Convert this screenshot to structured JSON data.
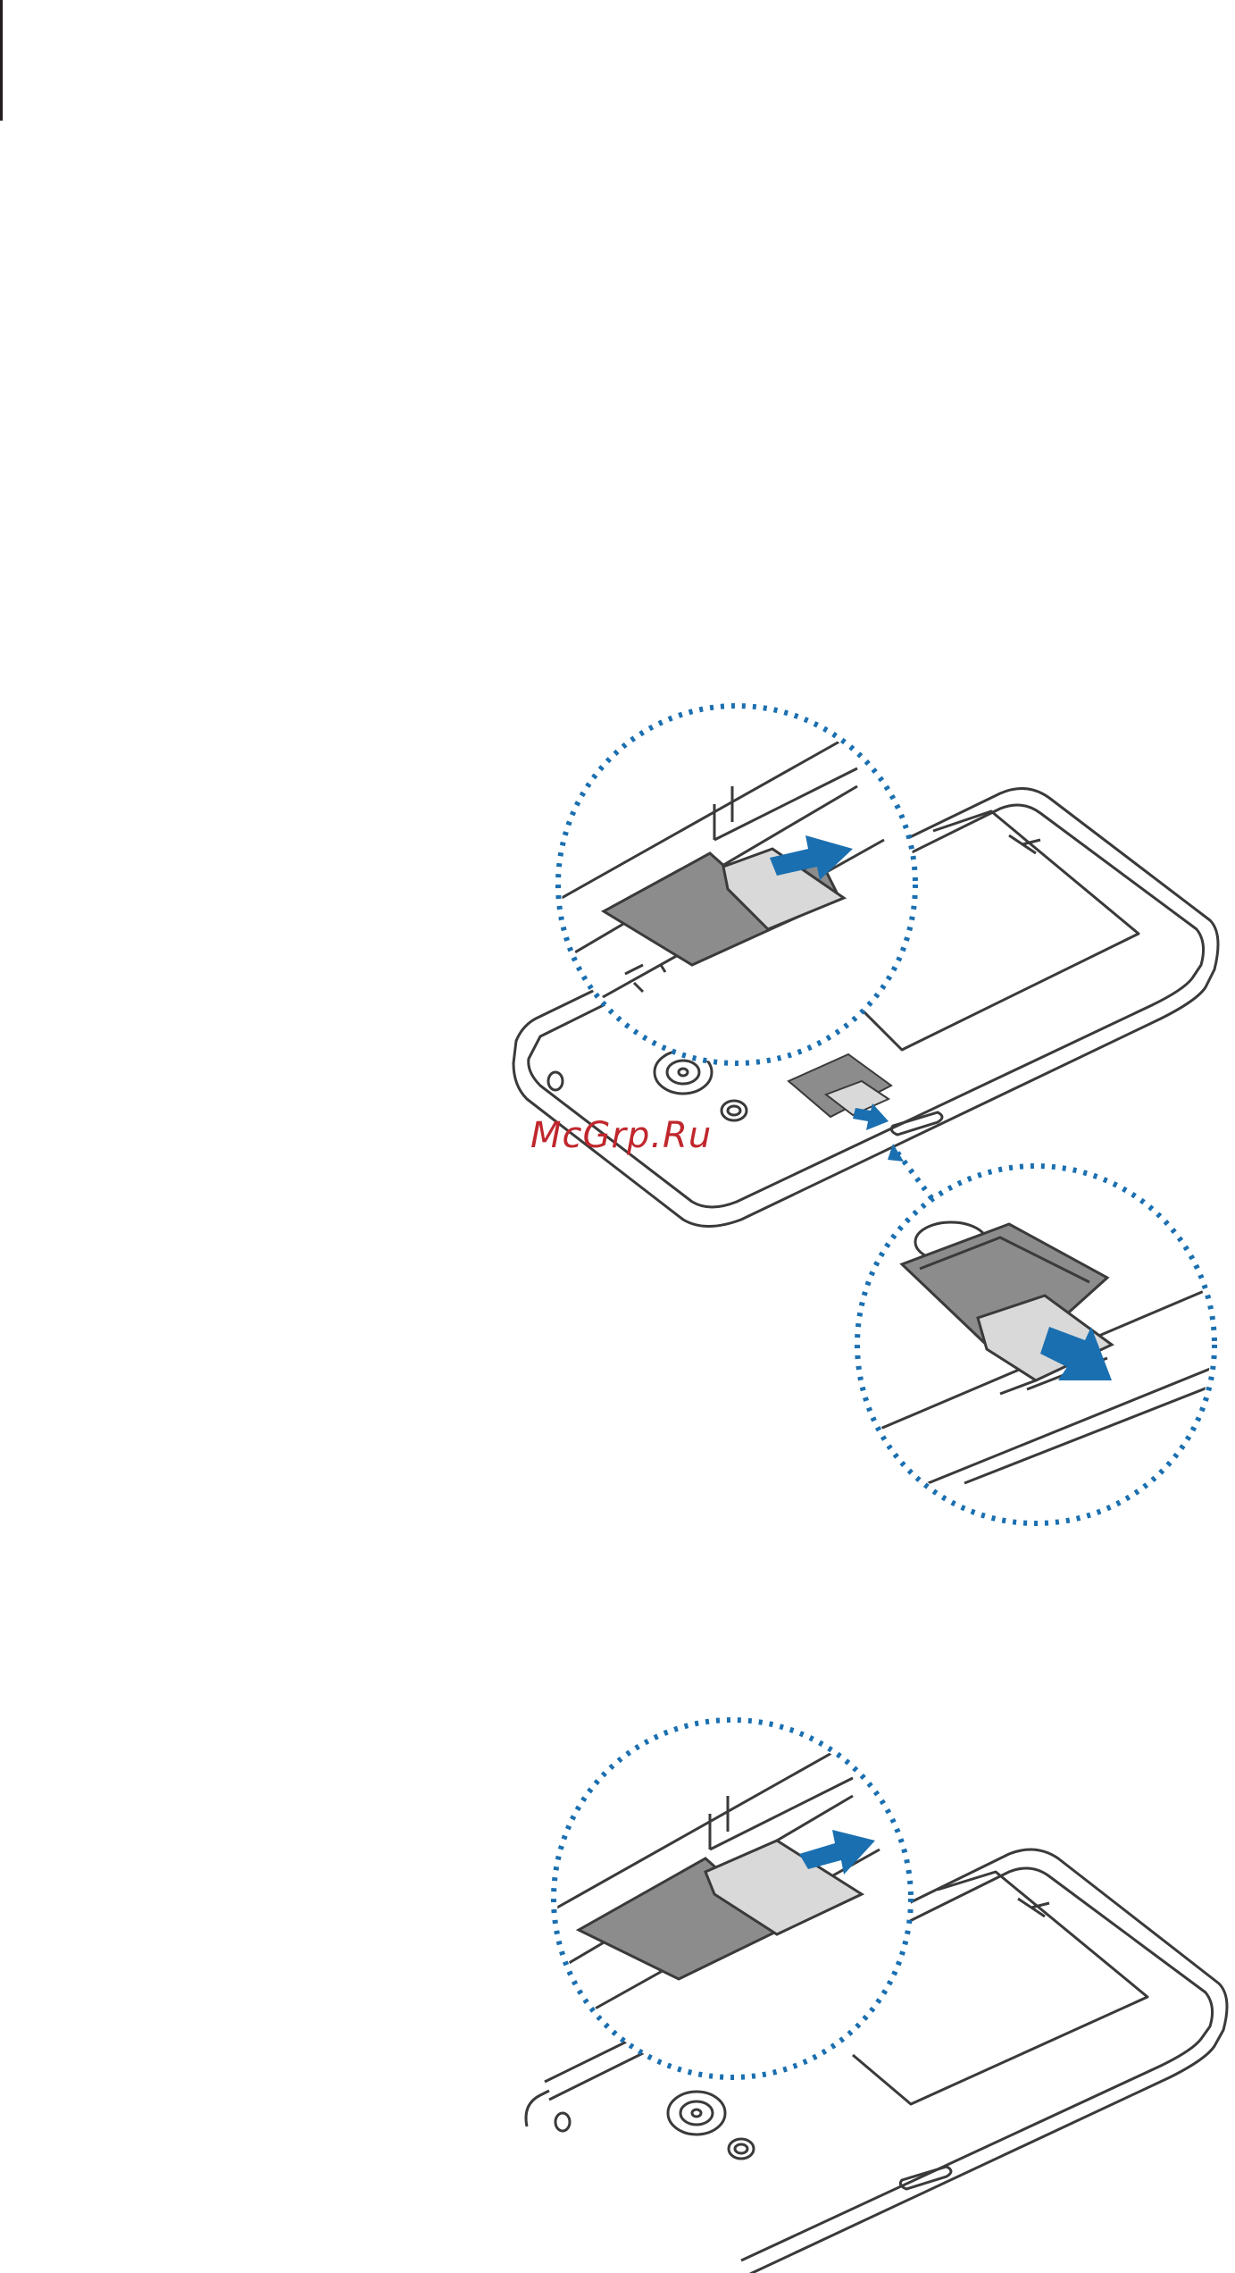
{
  "document": {
    "watermark": "McGrp.Ru"
  },
  "figures": [
    {
      "name": "remove-sim-card-illustration",
      "arrow_color": "#1a6fb0",
      "outline_color": "#3a3a3a",
      "dot_color": "#1a6fb0"
    },
    {
      "name": "insert-sim-card-illustration",
      "arrow_color": "#1a6fb0",
      "outline_color": "#3a3a3a",
      "dot_color": "#1a6fb0"
    }
  ],
  "colors": {
    "sim_tray": "#8c8c8c",
    "sim_card": "#d9d9d9",
    "arrow": "#1a6fb0",
    "dotted_circle": "#1a6fb0",
    "outline": "#3a3a3a",
    "watermark": "#c0272d"
  }
}
